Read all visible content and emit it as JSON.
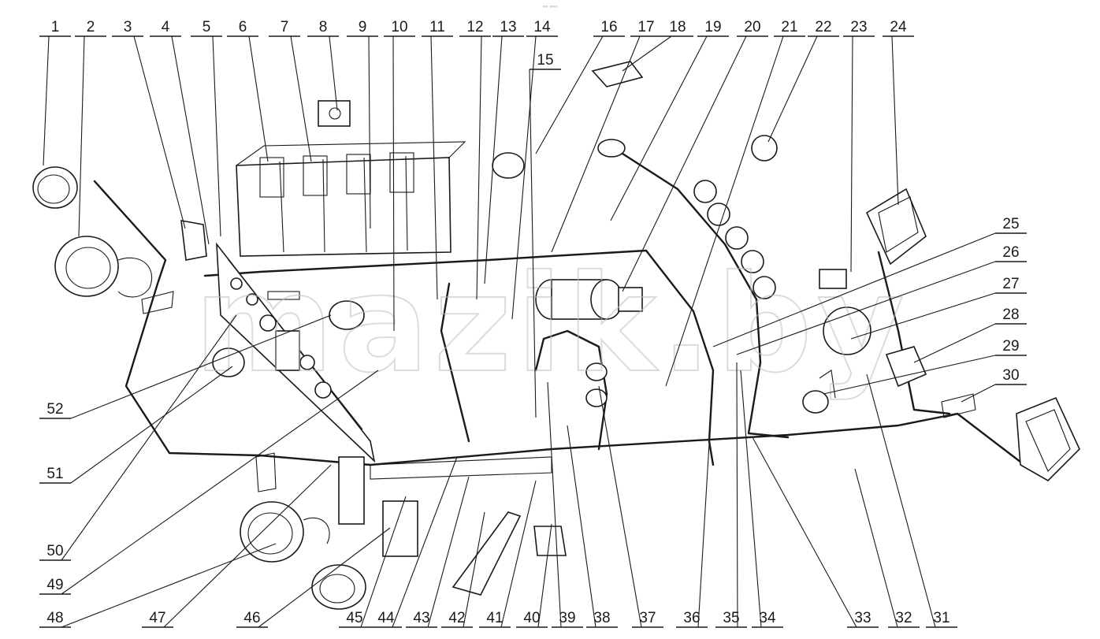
{
  "diagram": {
    "watermark": "mazik.by",
    "header_mark": "ᵒᵒ ᵒᵒᵒ",
    "part_numbers": [
      "1",
      "2",
      "3",
      "4",
      "5",
      "6",
      "7",
      "8",
      "9",
      "10",
      "11",
      "12",
      "13",
      "14",
      "15",
      "16",
      "17",
      "18",
      "19",
      "20",
      "21",
      "22",
      "23",
      "24",
      "25",
      "26",
      "27",
      "28",
      "29",
      "30",
      "31",
      "32",
      "33",
      "34",
      "35",
      "36",
      "37",
      "38",
      "39",
      "40",
      "41",
      "42",
      "43",
      "44",
      "45",
      "46",
      "47",
      "48",
      "49",
      "50",
      "51",
      "52"
    ]
  }
}
